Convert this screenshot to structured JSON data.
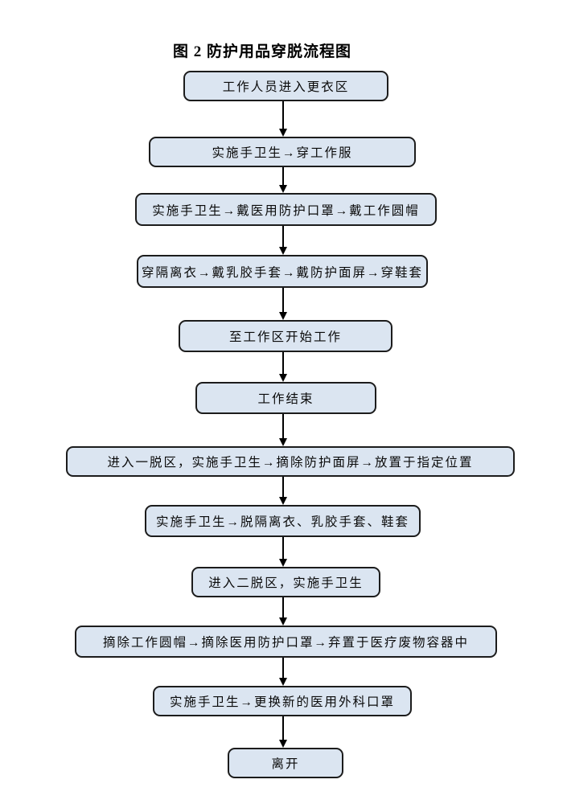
{
  "page": {
    "background_color": "#ffffff",
    "node_fill_color": "#dbe5f1",
    "node_border_color": "#1c1c1c",
    "arrow_color": "#000000",
    "text_color": "#0a0a0a"
  },
  "title": "图 2 防护用品穿脱流程图",
  "flowchart": {
    "type": "vertical-sequence",
    "steps": [
      {
        "label": "工作人员进入更衣区"
      },
      {
        "label": "实施手卫生→穿工作服"
      },
      {
        "label": "实施手卫生→戴医用防护口罩→戴工作圆帽"
      },
      {
        "label": "穿隔离衣→戴乳胶手套→戴防护面屏→穿鞋套"
      },
      {
        "label": "至工作区开始工作"
      },
      {
        "label": "工作结束"
      },
      {
        "label": "进入一脱区，实施手卫生→摘除防护面屏→放置于指定位置"
      },
      {
        "label": "实施手卫生→脱隔离衣、乳胶手套、鞋套"
      },
      {
        "label": "进入二脱区，实施手卫生"
      },
      {
        "label": "摘除工作圆帽→摘除医用防护口罩→弃置于医疗废物容器中"
      },
      {
        "label": "实施手卫生→更换新的医用外科口罩"
      },
      {
        "label": "离开"
      }
    ]
  }
}
